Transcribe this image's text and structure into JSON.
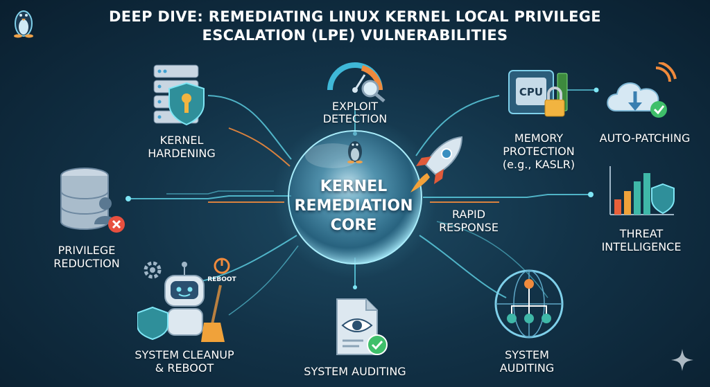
{
  "header": {
    "title_line1": "DEEP DIVE: REMEDIATING LINUX KERNEL LOCAL PRIVILEGE",
    "title_line2": "ESCALATION (LPE) VULNERABILITIES",
    "logo_icon": "linux-penguin-icon"
  },
  "core": {
    "line1": "KERNEL",
    "line2": "REMEDIATION",
    "line3": "CORE",
    "icon": "linux-penguin-icon"
  },
  "nodes": {
    "kernel_hardening": {
      "line1": "KERNEL",
      "line2": "HARDENING",
      "icon": "server-shield-key-icon"
    },
    "exploit_detection": {
      "line1": "EXPLOIT",
      "line2": "DETECTION",
      "icon": "gauge-magnifier-icon"
    },
    "memory_protection": {
      "line1": "MEMORY",
      "line2": "PROTECTION",
      "line3": "(e.g., KASLR)",
      "icon": "cpu-lock-icon",
      "chip_text": "CPU"
    },
    "auto_patching": {
      "line1": "AUTO-PATCHING",
      "icon": "cloud-download-icon"
    },
    "privilege_reduction": {
      "line1": "PRIVILEGE",
      "line2": "REDUCTION",
      "icon": "database-user-remove-icon"
    },
    "rapid_response": {
      "line1": "RAPID",
      "line2": "RESPONSE",
      "icon": "rocket-icon"
    },
    "threat_intelligence": {
      "line1": "THREAT",
      "line2": "INTELLIGENCE",
      "icon": "bar-chart-shield-icon"
    },
    "system_cleanup": {
      "line1": "SYSTEM CLEANUP",
      "line2": "& REBOOT",
      "icon": "robot-broom-icon",
      "reboot_text": "REBOOT"
    },
    "system_auditing_center": {
      "line1": "SYSTEM AUDITING",
      "icon": "document-eye-check-icon"
    },
    "system_auditing_right": {
      "line1": "SYSTEM",
      "line2": "AUDITING",
      "icon": "globe-network-icon"
    }
  },
  "colors": {
    "background": "#123247",
    "accent_cyan": "#5fd3e6",
    "accent_orange": "#f08a3c",
    "shield_teal": "#3fb8a8",
    "alert_red": "#e8503f",
    "check_green": "#3fbf6a"
  }
}
